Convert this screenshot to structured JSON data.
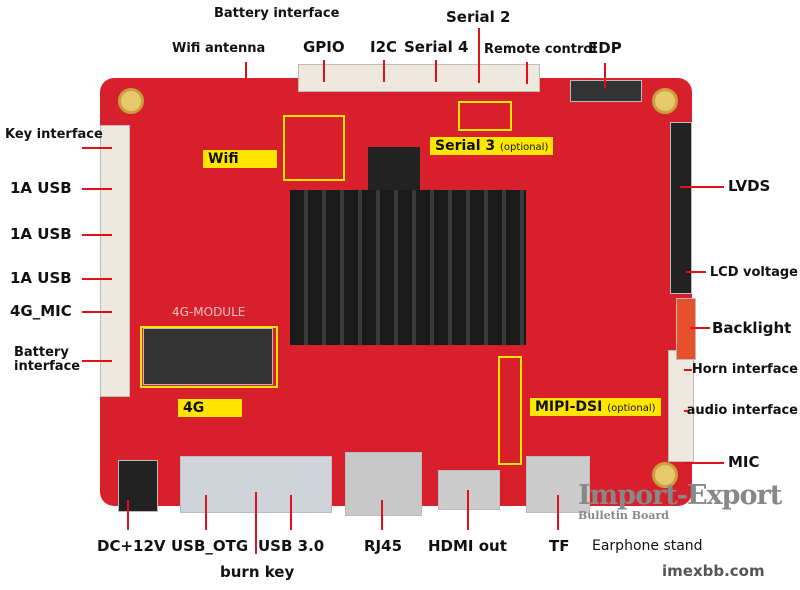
{
  "top_labels": {
    "battery_interface": "Battery interface",
    "wifi_antenna": "Wifi antenna",
    "gpio": "GPIO",
    "i2c": "I2C",
    "serial4": "Serial 4",
    "serial2": "Serial 2",
    "remote_control": "Remote control",
    "edp": "EDP"
  },
  "left_labels": {
    "key_interface": "Key interface",
    "usb1": "1A  USB",
    "usb2": "1A  USB",
    "usb3": "1A  USB",
    "mic_4g": "4G_MIC",
    "battery_interface": "Battery interface"
  },
  "right_labels": {
    "lvds": "LVDS",
    "lcd_voltage": "LCD voltage",
    "backlight": "Backlight",
    "horn_interface": "Horn interface",
    "audio_interface": "audio interface",
    "mic": "MIC"
  },
  "bottom_labels": {
    "dc12v": "DC+12V",
    "usb_otg": "USB_OTG",
    "usb30": "USB  3.0",
    "burn_key": "burn key",
    "rj45": "RJ45",
    "hdmi_out": "HDMI out",
    "tf": "TF",
    "earphone_stand": "Earphone stand"
  },
  "tags": {
    "wifi": "Wifi",
    "serial3": "Serial 3",
    "serial3_note": "(optional)",
    "g4": "4G",
    "mipi": "MIPI-DSI",
    "mipi_note": "(optional)"
  },
  "silkscreen": {
    "module": "4G-MODULE"
  },
  "watermark": {
    "title": "Import-Export",
    "subtitle": "Bulletin Board",
    "site": "imexbb.com"
  }
}
